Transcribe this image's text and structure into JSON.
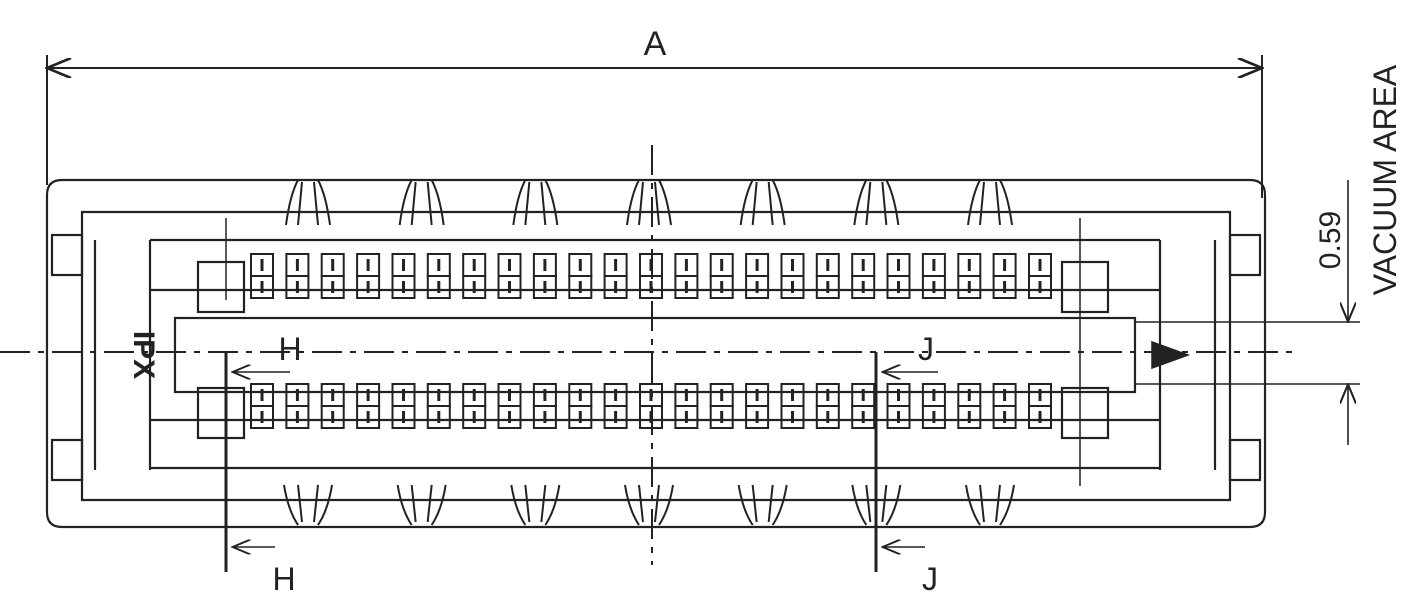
{
  "drawing": {
    "dimension_width_label": "A",
    "dimension_vacuum_value": "0.59",
    "vacuum_area_label": "VACUUM AREA",
    "logo_text": "IPX",
    "section_h_label": "H",
    "section_j_label": "J",
    "pin_count_per_row": 23,
    "pin_rows": 4,
    "clip_pairs_per_side": 7
  },
  "colors": {
    "line": "#222222",
    "fill": "#ffffff"
  }
}
